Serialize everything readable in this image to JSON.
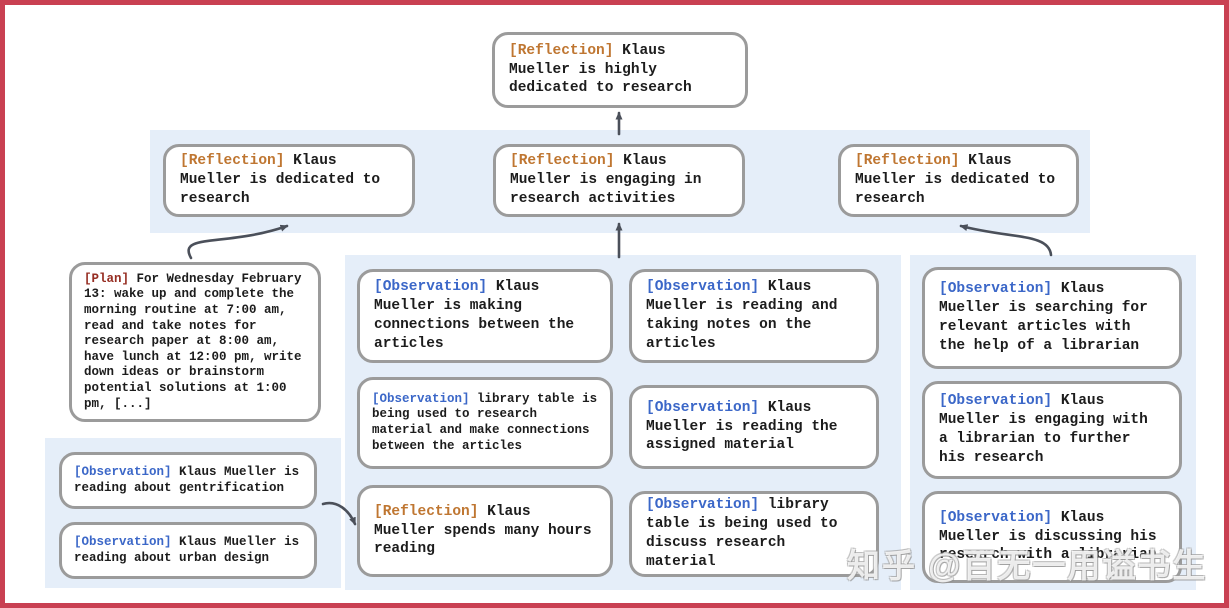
{
  "frame": {
    "border_color": "#c94052"
  },
  "watermark": {
    "text": "知乎 @百无一用谥书生"
  },
  "colors": {
    "observation_tag": "#3b67c8",
    "reflection_tag": "#bf7631",
    "plan_tag": "#962d22",
    "group_band": "#e5eef9",
    "node_border": "#9b9b9b",
    "arrow": "#4b505a",
    "body_text": "#1c1c1c"
  },
  "diagram": {
    "root": {
      "tag": "[Reflection]",
      "body": "Klaus Mueller is highly dedicated to research"
    },
    "reflections": [
      {
        "tag": "[Reflection]",
        "body": "Klaus Mueller is dedicated to research"
      },
      {
        "tag": "[Reflection]",
        "body": "Klaus Mueller is engaging in research activities"
      },
      {
        "tag": "[Reflection]",
        "body": "Klaus Mueller is dedicated to research"
      }
    ],
    "plan": {
      "tag": "[Plan]",
      "body": "For Wednesday February 13: wake up and complete the morning routine at 7:00 am, read and take notes for research paper at 8:00 am, have lunch at 12:00 pm, write down ideas or brainstorm potential solutions at 1:00 pm, [...]"
    },
    "left_observations": [
      {
        "tag": "[Observation]",
        "body": "Klaus Mueller is reading about gentrification"
      },
      {
        "tag": "[Observation]",
        "body": "Klaus Mueller is reading about urban design"
      }
    ],
    "column2": [
      {
        "tag": "[Observation]",
        "body": "Klaus Mueller is making connections between the articles"
      },
      {
        "tag": "[Observation]",
        "body": "library table is being used to research material and make connections between the articles"
      },
      {
        "tag": "[Reflection]",
        "body": "Klaus Mueller spends many hours reading"
      }
    ],
    "column3": [
      {
        "tag": "[Observation]",
        "body": "Klaus Mueller is reading and taking notes on the articles"
      },
      {
        "tag": "[Observation]",
        "body": "Klaus Mueller is reading the assigned material"
      },
      {
        "tag": "[Observation]",
        "body": "library table is being used to discuss research material"
      }
    ],
    "column4": [
      {
        "tag": "[Observation]",
        "body": "Klaus Mueller is searching for relevant articles with the help of a librarian"
      },
      {
        "tag": "[Observation]",
        "body": "Klaus Mueller is engaging with a librarian to further his research"
      },
      {
        "tag": "[Observation]",
        "body": "Klaus Mueller is discussing his research with a librarian"
      }
    ]
  }
}
